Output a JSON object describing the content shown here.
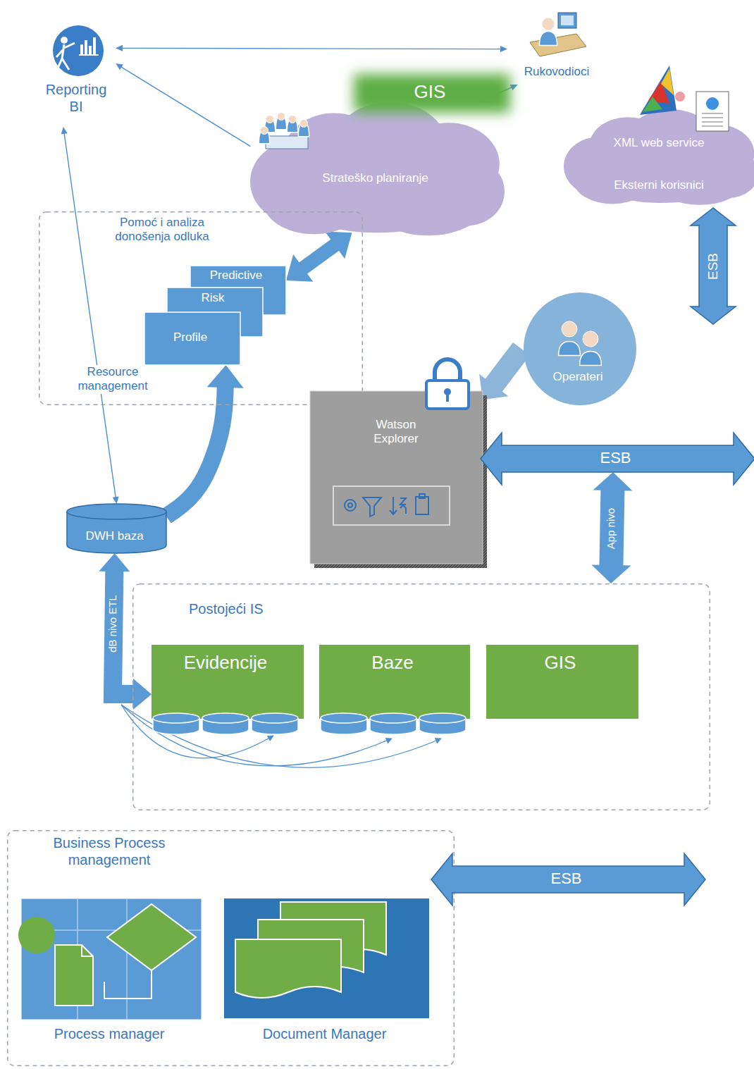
{
  "diagram": {
    "nodes": [
      {
        "text": [
          "Reporting BI"
        ]
      },
      {
        "text": [
          "Rukovodioci"
        ]
      },
      {
        "text": [
          "Strateško planiranje"
        ]
      },
      {
        "text": [
          "GIS"
        ]
      },
      {
        "text": [
          "XML web service",
          "Eksterni korisnici"
        ]
      },
      {
        "text": [
          "ESB"
        ]
      },
      {
        "text": [
          "Pomoć i analiza donošenja odluka",
          "Resource management"
        ]
      },
      {
        "text": [
          "Predictive"
        ],
        "in": 6
      },
      {
        "text": [
          "Risk"
        ],
        "in": 6
      },
      {
        "text": [
          "Profile"
        ],
        "in": 6
      },
      {
        "text": [
          "Watson Explorer"
        ]
      },
      {
        "text": [
          "Operateri"
        ]
      },
      {
        "text": [
          "ESB"
        ]
      },
      {
        "text": [
          "DWH baza"
        ]
      },
      {
        "text": [
          "Postojeći IS"
        ]
      },
      {
        "text": [
          "Evidencije"
        ],
        "in": 14
      },
      {
        "text": [
          "Baze"
        ],
        "in": 14
      },
      {
        "text": [
          "GIS"
        ],
        "in": 14
      },
      {
        "text": [
          "Business Process management"
        ]
      },
      {
        "text": [
          "Process manager"
        ],
        "in": 18
      },
      {
        "text": [
          "Document Manager"
        ],
        "in": 18
      },
      {
        "text": [
          "ESB"
        ]
      }
    ],
    "edges": [
      {
        "from": 0,
        "to": 1,
        "arrow": "both"
      },
      {
        "from": 2,
        "to": 0,
        "arrow": "to"
      },
      {
        "from": 1,
        "to": 2,
        "arrow": "both"
      },
      {
        "from": 0,
        "to": 13,
        "arrow": "both"
      },
      {
        "from": 7,
        "to": 2,
        "arrow": "both"
      },
      {
        "from": 13,
        "to": 9,
        "arrow": "to"
      },
      {
        "from": 13,
        "to": 15,
        "label": "dB nivo ETL",
        "arrow": "both"
      },
      {
        "from": 12,
        "to": 14,
        "label": "App nivo",
        "arrow": "both"
      },
      {
        "from": 11,
        "to": 10,
        "arrow": "to"
      }
    ]
  }
}
